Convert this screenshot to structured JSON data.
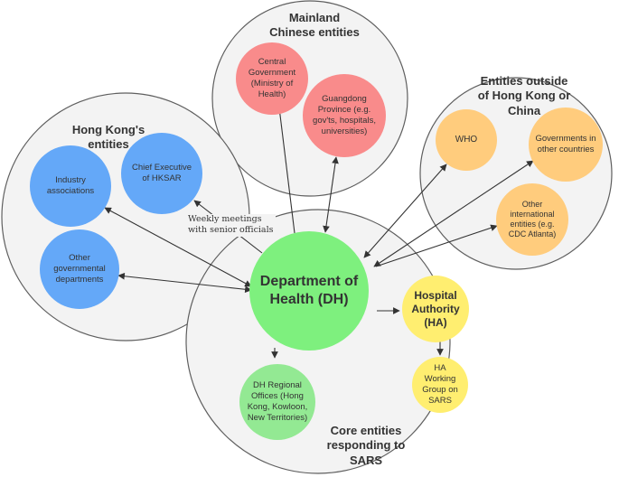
{
  "groups": {
    "mainland": {
      "title": "Mainland\nChinese entities"
    },
    "hongkong": {
      "title": "Hong Kong's\nentities"
    },
    "outside": {
      "title": "Entities outside\nof Hong Kong or\nChina"
    },
    "core": {
      "title": "Core entities\nresponding to\nSARS"
    }
  },
  "nodes": {
    "central_gov": "Central\nGovernment\n(Ministry of\nHealth)",
    "guangdong": "Guangdong\nProvince (e.g.\ngov'ts, hospitals,\nuniversities)",
    "industry": "Industry\nassociations",
    "chief_exec": "Chief Executive\nof HKSAR",
    "other_depts": "Other\ngovernmental\ndepartments",
    "who": "WHO",
    "other_govs": "Governments in\nother countries",
    "intl": "Other\ninternational\nentities (e.g.\nCDC Atlanta)",
    "doh": "Department of\nHealth (DH)",
    "ha": "Hospital\nAuthority\n(HA)",
    "ha_wg": "HA\nWorking\nGroup on\nSARS",
    "dh_regional": "DH Regional\nOffices (Hong\nKong, Kowloon,\nNew Territories)"
  },
  "annotations": {
    "weekly": "Weekly meetings\nwith senior officials"
  },
  "colors": {
    "red": "#f98b8b",
    "blue": "#64a8f8",
    "orange": "#ffcc7d",
    "green": "#7ef07e",
    "light_green": "#93e993",
    "yellow": "#ffee70",
    "ring_fill": "#f3f3f3",
    "ring_stroke": "#5f5f5f",
    "arrow": "#333333"
  }
}
